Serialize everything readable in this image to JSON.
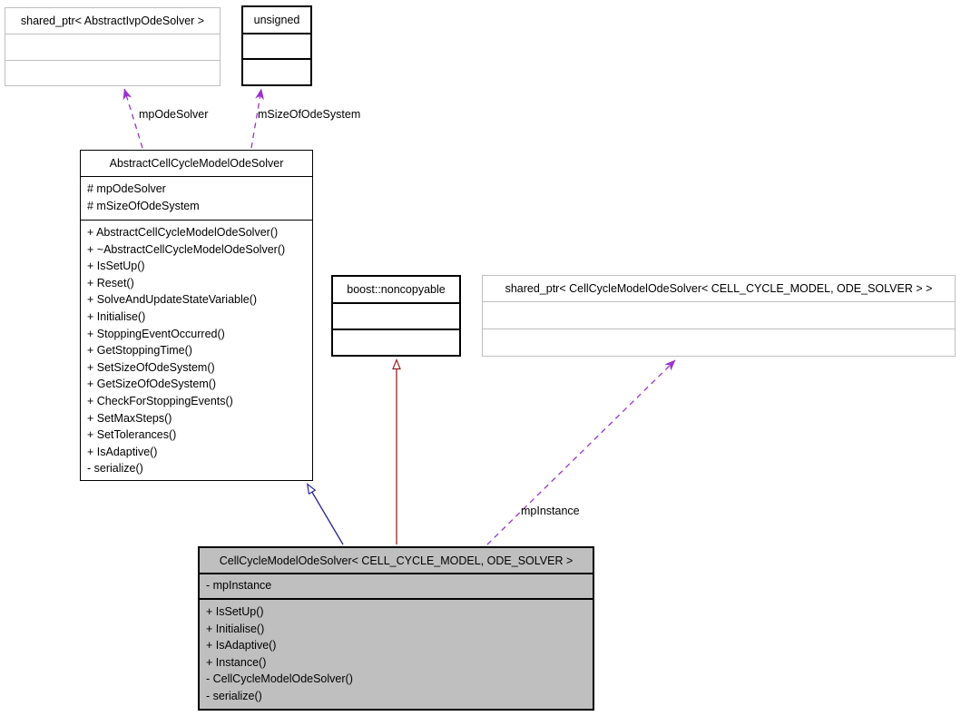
{
  "colors": {
    "usage_edge": "#9a32cd",
    "public_inheritance_edge": "#26269c",
    "private_inheritance_edge": "#9b2424",
    "external_border": "#bfbfbf",
    "highlight_fill": "#bfbfbf"
  },
  "nodes": {
    "shared_ptr_abstract_ivp_ode_solver": {
      "title": "shared_ptr< AbstractIvpOdeSolver >"
    },
    "unsigned": {
      "title": "unsigned"
    },
    "abstract_cell_cycle_model_ode_solver": {
      "title": "AbstractCellCycleModelOdeSolver",
      "attributes": [
        "# mpOdeSolver",
        "# mSizeOfOdeSystem"
      ],
      "methods": [
        "+ AbstractCellCycleModelOdeSolver()",
        "+ ~AbstractCellCycleModelOdeSolver()",
        "+ IsSetUp()",
        "+ Reset()",
        "+ SolveAndUpdateStateVariable()",
        "+ Initialise()",
        "+ StoppingEventOccurred()",
        "+ GetStoppingTime()",
        "+ SetSizeOfOdeSystem()",
        "+ GetSizeOfOdeSystem()",
        "+ CheckForStoppingEvents()",
        "+ SetMaxSteps()",
        "+ SetTolerances()",
        "+ IsAdaptive()",
        "- serialize()"
      ]
    },
    "boost_noncopyable": {
      "title": "boost::noncopyable"
    },
    "shared_ptr_cell_cycle_model_ode_solver": {
      "title": "shared_ptr< CellCycleModelOdeSolver< CELL_CYCLE_MODEL, ODE_SOLVER > >"
    },
    "cell_cycle_model_ode_solver": {
      "title": "CellCycleModelOdeSolver< CELL_CYCLE_MODEL, ODE_SOLVER >",
      "attributes": [
        "- mpInstance"
      ],
      "methods": [
        "+ IsSetUp()",
        "+ Initialise()",
        "+ IsAdaptive()",
        "+ Instance()",
        "- CellCycleModelOdeSolver()",
        "- serialize()"
      ]
    }
  },
  "edge_labels": {
    "mp_ode_solver": "mpOdeSolver",
    "m_size_of_ode_system": "mSizeOfOdeSystem",
    "mp_instance": "mpInstance"
  }
}
